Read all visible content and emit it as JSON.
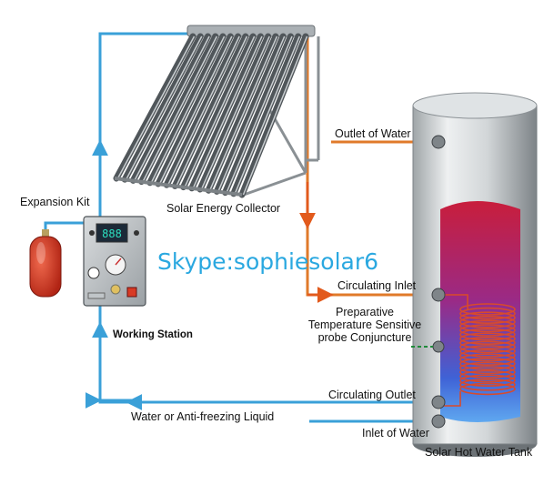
{
  "diagram": {
    "labels": {
      "solar_collector": "Solar Energy Collector",
      "expansion_kit": "Expansion Kit",
      "working_station": "Working Station",
      "outlet_of_water": "Outlet of Water",
      "circulating_inlet": "Circulating Inlet",
      "probe_line1": "Preparative",
      "probe_line2": "Temperature Sensitive",
      "probe_line3": "probe Conjuncture",
      "circulating_outlet": "Circulating Outlet",
      "working_fluid": "Water or Anti-freezing Liquid",
      "inlet_of_water": "Inlet of Water",
      "tank": "Solar Hot Water Tank"
    },
    "watermark": "Skype:sophiesolar6",
    "controller_readout": "888",
    "colors": {
      "cold_pipe": "#3aa0d8",
      "hot_pipe": "#e07a2a",
      "hot_arrow": "#e25a1c",
      "watermark": "#2aa8e0",
      "expansion_tank": "#d83a24",
      "tank_hot": "#c42a4a",
      "tank_cold": "#3a6fe0"
    }
  }
}
